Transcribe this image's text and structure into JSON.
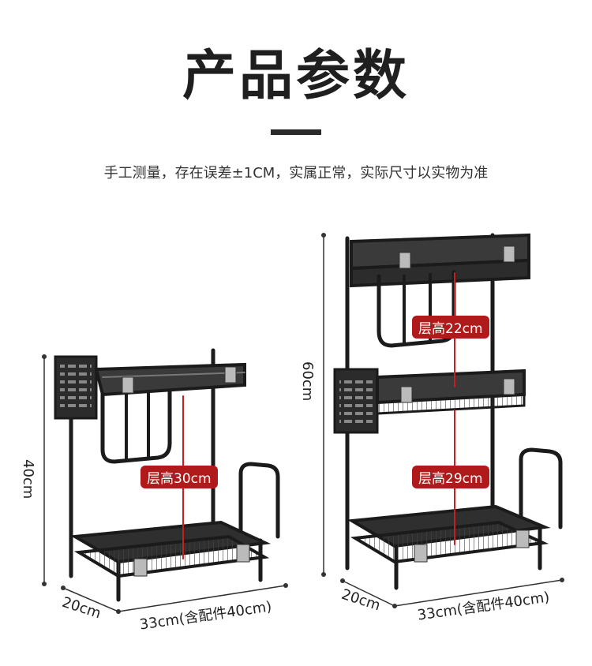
{
  "title": "产品参数",
  "subtitle": "手工测量，存在误差±1CM，实属正常，实际尺寸以实物为准",
  "small_rack": {
    "height_label": "40cm",
    "depth_label": "20cm",
    "width_label": "33cm(含配件40cm)",
    "tier_label": "层高30cm"
  },
  "large_rack": {
    "height_label": "60cm",
    "depth_label": "20cm",
    "width_label": "33cm(含配件40cm)",
    "tier_label_top": "层高22cm",
    "tier_label_bottom": "层高29cm"
  }
}
